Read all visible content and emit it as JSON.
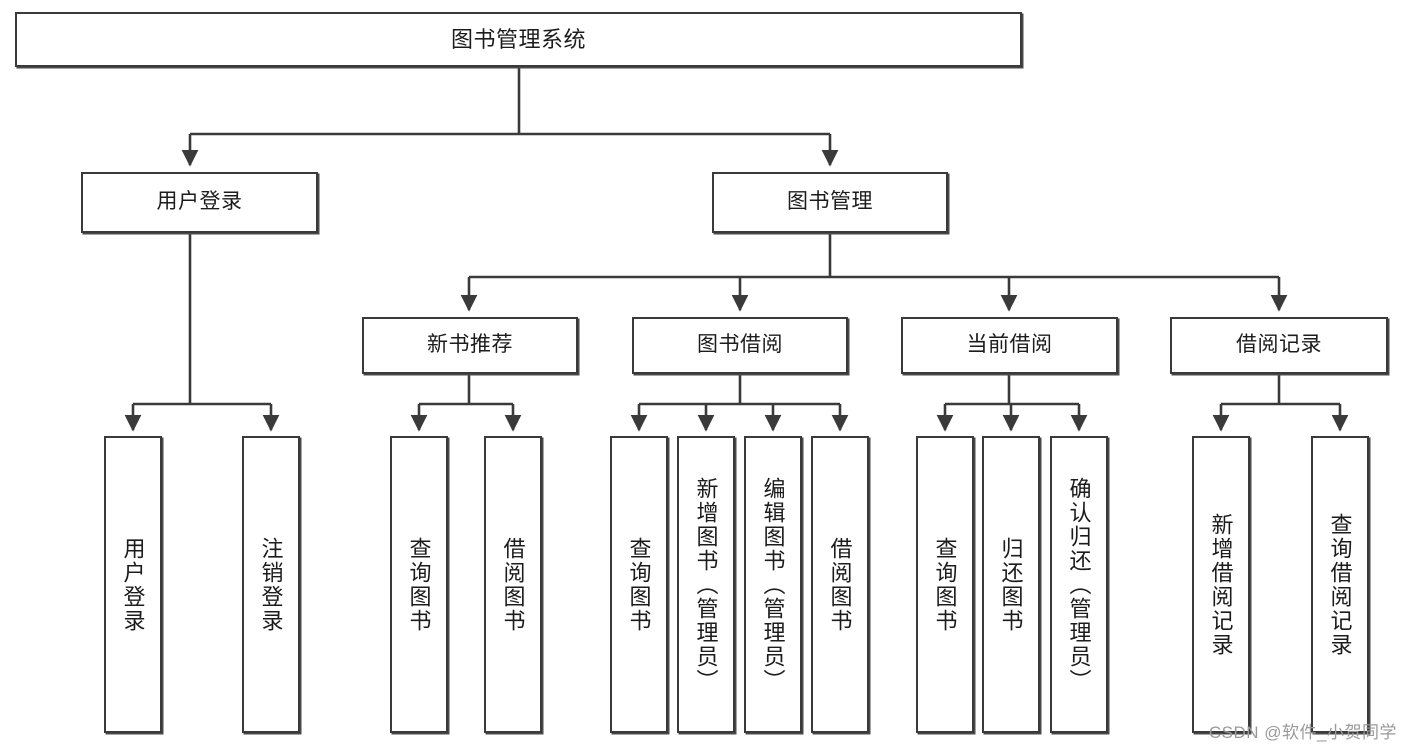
{
  "diagram": {
    "type": "tree-hierarchy-chart",
    "title": "图书管理系统",
    "background_color": "#ffffff",
    "box_border_color": "#3a3a3a",
    "connector_color": "#3a3a3a",
    "text_color": "#1c1c1c"
  },
  "nodes": {
    "root": {
      "label": "图书管理系统",
      "level": 1
    },
    "level2": [
      {
        "id": "user-login",
        "label": "用户登录"
      },
      {
        "id": "book-management",
        "label": "图书管理"
      }
    ],
    "level3": [
      {
        "id": "new-book-recommend",
        "label": "新书推荐"
      },
      {
        "id": "book-borrow",
        "label": "图书借阅"
      },
      {
        "id": "current-borrow",
        "label": "当前借阅"
      },
      {
        "id": "borrow-record",
        "label": "借阅记录"
      }
    ],
    "leaves": {
      "user_login": [
        {
          "id": "leaf-user-login",
          "label": "用户登录"
        },
        {
          "id": "leaf-logout-login",
          "label": "注销登录"
        }
      ],
      "new_book_recommend": [
        {
          "id": "leaf-query-book-1",
          "label": "查询图书"
        },
        {
          "id": "leaf-borrow-book-1",
          "label": "借阅图书"
        }
      ],
      "book_borrow": [
        {
          "id": "leaf-query-book-2",
          "label": "查询图书"
        },
        {
          "id": "leaf-add-book",
          "label": "新增图书（管理员）"
        },
        {
          "id": "leaf-edit-book",
          "label": "编辑图书（管理员）"
        },
        {
          "id": "leaf-borrow-book-2",
          "label": "借阅图书"
        }
      ],
      "current_borrow": [
        {
          "id": "leaf-query-book-3",
          "label": "查询图书"
        },
        {
          "id": "leaf-return-book",
          "label": "归还图书"
        },
        {
          "id": "leaf-confirm-return",
          "label": "确认归还（管理员）"
        }
      ],
      "borrow_record": [
        {
          "id": "leaf-add-record",
          "label": "新增借阅记录"
        },
        {
          "id": "leaf-query-record",
          "label": "查询借阅记录"
        }
      ]
    }
  },
  "watermark": {
    "text": "CSDN @软件_小贺同学"
  }
}
